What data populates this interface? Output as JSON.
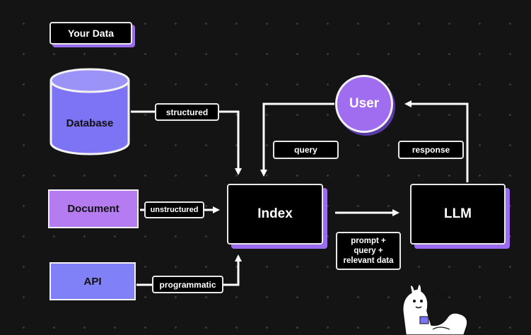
{
  "title": "Your Data",
  "sources": {
    "database": "Database",
    "document": "Document",
    "api": "API"
  },
  "edge_labels": {
    "structured": "structured",
    "unstructured": "unstructured",
    "programmatic": "programmatic",
    "query": "query",
    "response": "response",
    "prompt_line1": "prompt +",
    "prompt_line2": "query +",
    "prompt_line3": "relevant data"
  },
  "nodes": {
    "index": "Index",
    "llm": "LLM",
    "user": "User"
  },
  "colors": {
    "accent_purple": "#9b6cf0",
    "database_fill": "#7d73f5",
    "document_fill": "#b57cf2",
    "api_fill": "#8181f7",
    "user_fill": "#a06cf0"
  }
}
